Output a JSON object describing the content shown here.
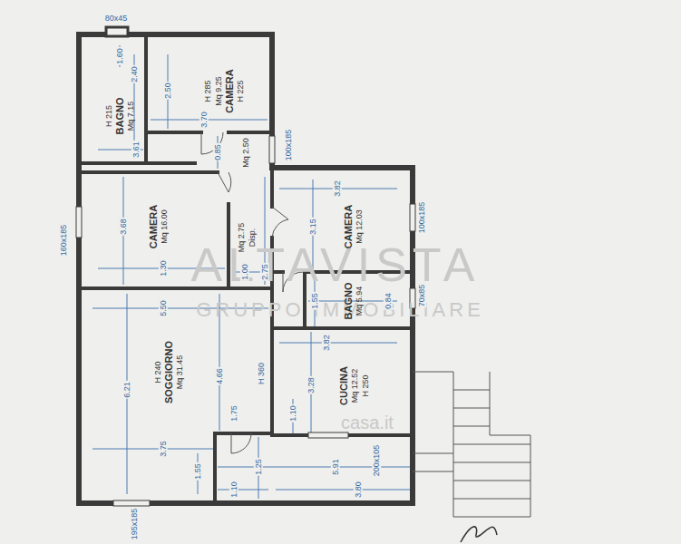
{
  "diagram": {
    "nodes": [
      {
        "text": [
          "H 215",
          "BAGNO",
          "Mq 7.15"
        ]
      },
      {
        "text": [
          "H 285",
          "Mq 9.25",
          "CAMERA",
          "H 225"
        ]
      },
      {
        "text": [
          "Mq 2.50"
        ]
      },
      {
        "text": [
          "CAMERA",
          "Mq 16.00"
        ]
      },
      {
        "text": [
          "Mq 2.75",
          "Disp."
        ]
      },
      {
        "text": [
          "CAMERA",
          "Mq 12.03"
        ]
      },
      {
        "text": [
          "BAGNO",
          "Mq 5.94"
        ]
      },
      {
        "text": [
          "H 240",
          "SOGGIORNO",
          "Mq 31.45"
        ]
      },
      {
        "text": [
          "CUCINA",
          "Mq 12.52",
          "H 250"
        ]
      }
    ],
    "labels": [
      "ALTAVISTA",
      "GRUPPO IMMOBILIARE",
      "casa.it",
      "80x45",
      "1.60",
      "2.40",
      "3.61",
      "2.50",
      "3.70",
      "100x185",
      "0.85",
      "3.82",
      "100x185",
      "3.68",
      "160x185",
      "1.30",
      "3.15",
      "2.75",
      "1.00",
      "70x85",
      "5.50",
      "1.55",
      "0.84",
      "3.82",
      "H 360",
      "6.21",
      "4.66",
      "3.28",
      "1.10",
      "1.75",
      "3.75",
      "1.55",
      "1.25",
      "5.91",
      "200x105",
      "1.10",
      "3.80",
      "195x185"
    ]
  }
}
